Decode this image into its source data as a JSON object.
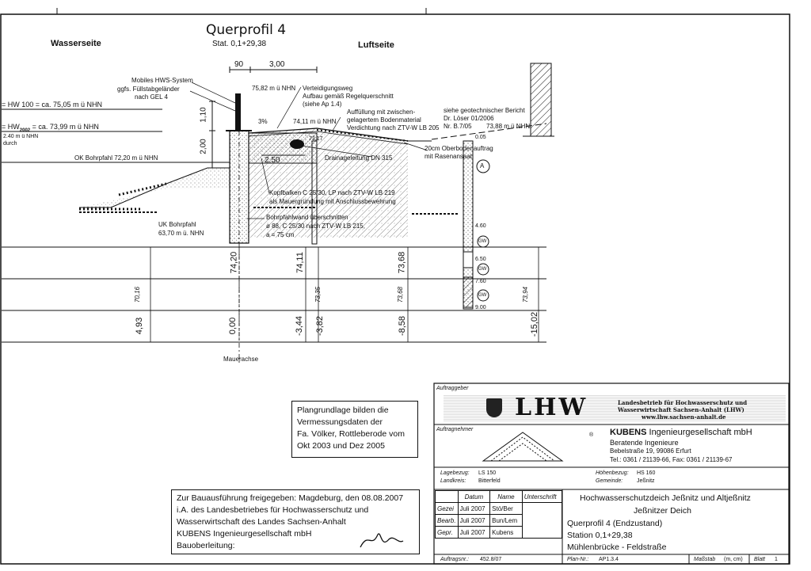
{
  "drawing": {
    "title": "Querprofil 4",
    "station": "Stat. 0,1+29,38",
    "water_side": "Wasserseite",
    "air_side": "Luftseite",
    "dim_90": "90",
    "dim_300": "3,00",
    "dim_110": "1,10",
    "dim_200": "2,00",
    "dim_250": "2,50",
    "slope": "3%",
    "hws_label": "Mobiles HWS-System",
    "fill_label_1": "ggfs. Füllstabgeländer",
    "fill_label_2": "nach GEL 4",
    "elev_7582": "75,82 m ü NHN",
    "hw100": "= HW 100  = ca. 75,05 m ü NHN",
    "hw2002_a": "= HW",
    "hw2002_sub": "2002",
    "hw2002_b": " = ca. 73,99 m ü NHN",
    "elev_240": "2.40 m ü NHN",
    "durch": "durch",
    "ok_pile": "OK Bohrpfahl 72,20 m ü NHN",
    "path_1": "Verteidigungsweg",
    "path_2": "Aufbau gemäß Regelquerschnitt",
    "path_3": "(siehe Ap 1.4)",
    "elev_7411": "74,11 m ü NHN",
    "fill_1": "Auffüllung mit zwischen-",
    "fill_2": "gelagertem Bodenmaterial",
    "fill_3": "Verdichtung nach ZTV-W LB 205",
    "geo_1": "siehe geotechnischer Bericht",
    "geo_2": "Dr. Löser 01/2006",
    "geo_3": "Nr. B.7/05",
    "elev_7388": "73,88 m ü NHN",
    "topsoil_1": "20cm Oberbodenauftrag",
    "topsoil_2": "mit Rasenansaat",
    "drain": "Drainageleitung DN 315",
    "elev_7317": "73,17",
    "kopf_1": "Kopfbalken C 25/30, LP nach ZTV-W LB 219",
    "kopf_2": "als Mauergründung mit Anschlussbewehrung",
    "pile_1": "Bohrpfahlwand überschnitten",
    "pile_2": "ø 88, C 25/30 nach ZTV-W LB 215,",
    "pile_3": "a = 75 cm",
    "uk_1": "UK Bohrpfahl",
    "uk_2": "63,70 m ü. NHN",
    "bore_A": "A",
    "bore_005": "0.05",
    "bore_460": "4.60",
    "bore_650": "6.50",
    "bore_760": "7.60",
    "bore_900": "9.00",
    "gw": "GW",
    "axis": "Mauerachse",
    "row1": [
      "74,20",
      "74,11",
      "73,68"
    ],
    "row2": [
      "70,16",
      "73,35",
      "73,68",
      "73,94"
    ],
    "row3": [
      "4,93",
      "0,00",
      "-3,44",
      "-3,82",
      "-8,58",
      "-15,02"
    ]
  },
  "note": {
    "lines": [
      "Plangrundlage bilden die",
      "Vermessungsdaten der",
      "Fa. Völker, Rottleberode vom",
      "Okt 2003 und Dez 2005"
    ]
  },
  "approval": {
    "lines": [
      "Zur Bauausführung freigegeben: Magdeburg, den 08.08.2007",
      "i.A. des Landesbetriebes für Hochwasserschutz und",
      "Wasserwirtschaft des Landes Sachsen-Anhalt",
      "KUBENS Ingenieurgesellschaft mbH",
      "Bauoberleitung:"
    ]
  },
  "title_block": {
    "client_label": "Auftraggeber",
    "lhw_logo": "LHW",
    "lhw_1": "Landesbetrieb für Hochwasserschutz und",
    "lhw_2": "Wasserwirtschaft Sachsen-Anhalt (LHW)",
    "lhw_3": "www.lhw.sachsen-anhalt.de",
    "contractor_label": "Auftragnehmer",
    "reg": "®",
    "kubens_bold": "KUBENS",
    "kubens_rest": " Ingenieurgesellschaft  mbH",
    "kubens_2": "Beratende Ingenieure",
    "kubens_3": "Bebelstraße 19, 99086 Erfurt",
    "kubens_4": "Tel.: 0361 / 21139-66, Fax: 0361 / 21139-67",
    "lage_label": "Lagebezug:",
    "lage_val": "LS 150",
    "land_label": "Landkreis:",
    "land_val": "Bitterfeld",
    "hoehe_label": "Höhenbezug:",
    "hoehe_val": "HS 160",
    "gem_label": "Gemeinde:",
    "gem_val": "Jeßnitz",
    "rev_head": [
      "",
      "Datum",
      "Name",
      "Unterschrift"
    ],
    "rev_rows": [
      [
        "Gezei",
        "Juli 2007",
        "Stö/Ber"
      ],
      [
        "Bearb.",
        "Juli 2007",
        "Bun/Lem"
      ],
      [
        "Gepr.",
        "Juli 2007",
        "Kubens"
      ]
    ],
    "project_1": "Hochwasserschutzdeich Jeßnitz und Altjeßnitz",
    "project_2": "Jeßnitzer Deich",
    "plan_1": "Querprofil 4 (Endzustand)",
    "plan_2": "Station 0,1+29,38",
    "plan_3": "Mühlenbrücke - Feldstraße",
    "auftr_label": "Auftragsnr.:",
    "auftr_val": "452.8/07",
    "plan_label": "Plan-Nr.:",
    "plan_val": "AP1.3.4",
    "scale_label": "Maßstab",
    "scale_val": "(m, cm)",
    "sheet_label": "Blatt",
    "sheet_val": "1"
  }
}
